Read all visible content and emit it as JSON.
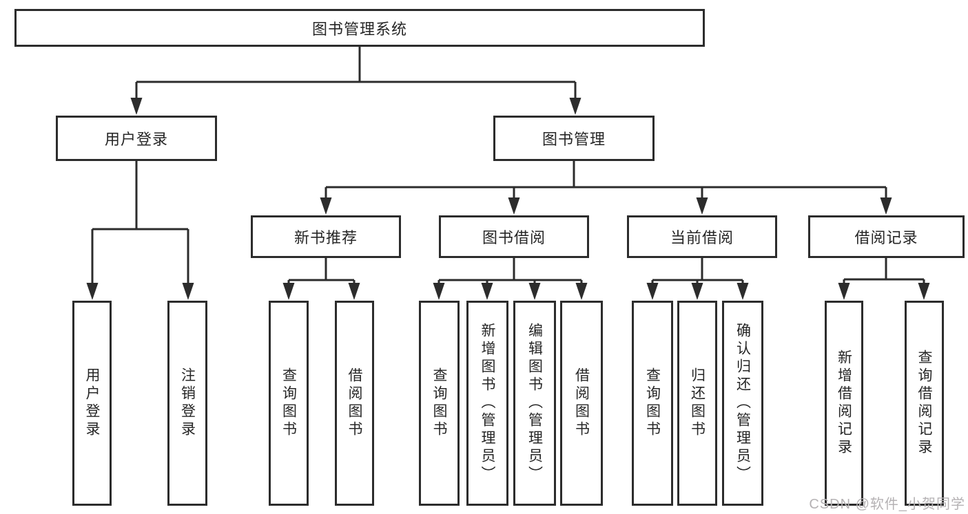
{
  "colors": {
    "line": "#2c2c2c",
    "text": "#262626",
    "watermark": "#b5b2b4",
    "background": "#ffffff"
  },
  "nodes": {
    "root": {
      "label": "图书管理系统"
    },
    "user_login": {
      "label": "用户登录"
    },
    "book_mgmt": {
      "label": "图书管理"
    },
    "ul_login": {
      "label": "用户登录"
    },
    "ul_logout": {
      "label": "注销登录"
    },
    "new_books": {
      "label": "新书推荐"
    },
    "book_borrow": {
      "label": "图书借阅"
    },
    "current_borrow": {
      "label": "当前借阅"
    },
    "borrow_records": {
      "label": "借阅记录"
    },
    "nb_query": {
      "label": "查询图书"
    },
    "nb_borrow": {
      "label": "借阅图书"
    },
    "bb_query": {
      "label": "查询图书"
    },
    "bb_add": {
      "label": "新增图书（管理员）"
    },
    "bb_edit": {
      "label": "编辑图书（管理员）"
    },
    "bb_borrow": {
      "label": "借阅图书"
    },
    "cb_query": {
      "label": "查询图书"
    },
    "cb_return": {
      "label": "归还图书"
    },
    "cb_confirm": {
      "label": "确认归还（管理员）"
    },
    "br_add": {
      "label": "新增借阅记录"
    },
    "br_query": {
      "label": "查询借阅记录"
    }
  },
  "watermark": {
    "text": "CSDN @软件_小贺同学"
  }
}
